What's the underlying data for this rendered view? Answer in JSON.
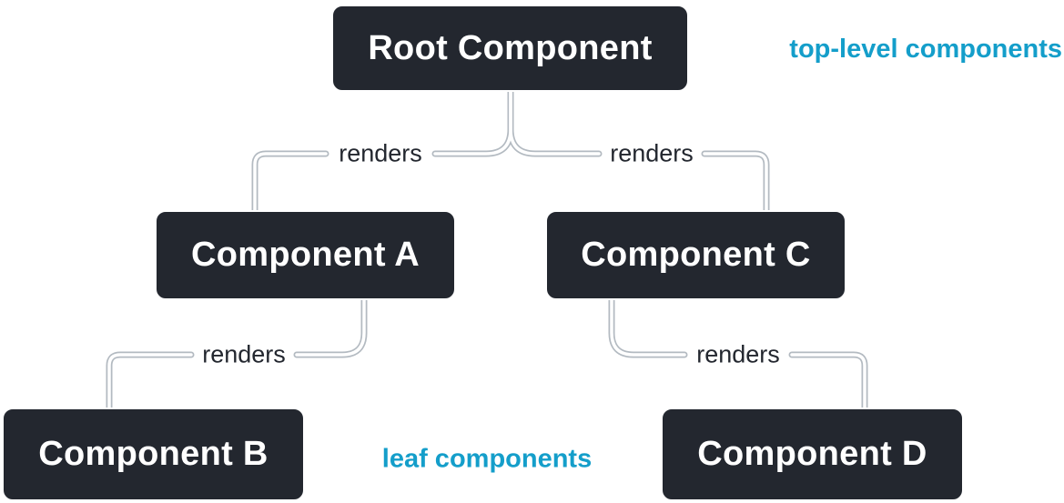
{
  "diagram": {
    "nodes": [
      {
        "id": "root",
        "label": "Root Component"
      },
      {
        "id": "component-a",
        "label": "Component A"
      },
      {
        "id": "component-c",
        "label": "Component C"
      },
      {
        "id": "component-b",
        "label": "Component B"
      },
      {
        "id": "component-d",
        "label": "Component D"
      }
    ],
    "edges": [
      {
        "from": "Root Component",
        "to": "Component A",
        "label": "renders"
      },
      {
        "from": "Root Component",
        "to": "Component C",
        "label": "renders"
      },
      {
        "from": "Component A",
        "to": "Component B",
        "label": "renders"
      },
      {
        "from": "Component C",
        "to": "Component D",
        "label": "renders"
      }
    ],
    "annotations": [
      {
        "text": "top-level components",
        "position": "top-right"
      },
      {
        "text": "leaf components",
        "position": "bottom-center"
      }
    ],
    "colors": {
      "node_fill": "#23272f",
      "node_border": "#ffffff",
      "node_text": "#ffffff",
      "edge_line_inner": "#ffffff",
      "edge_line_outer": "#b3bac1",
      "edge_label_text": "#23272f",
      "annotation_text": "#149eca",
      "background": "#ffffff"
    }
  }
}
